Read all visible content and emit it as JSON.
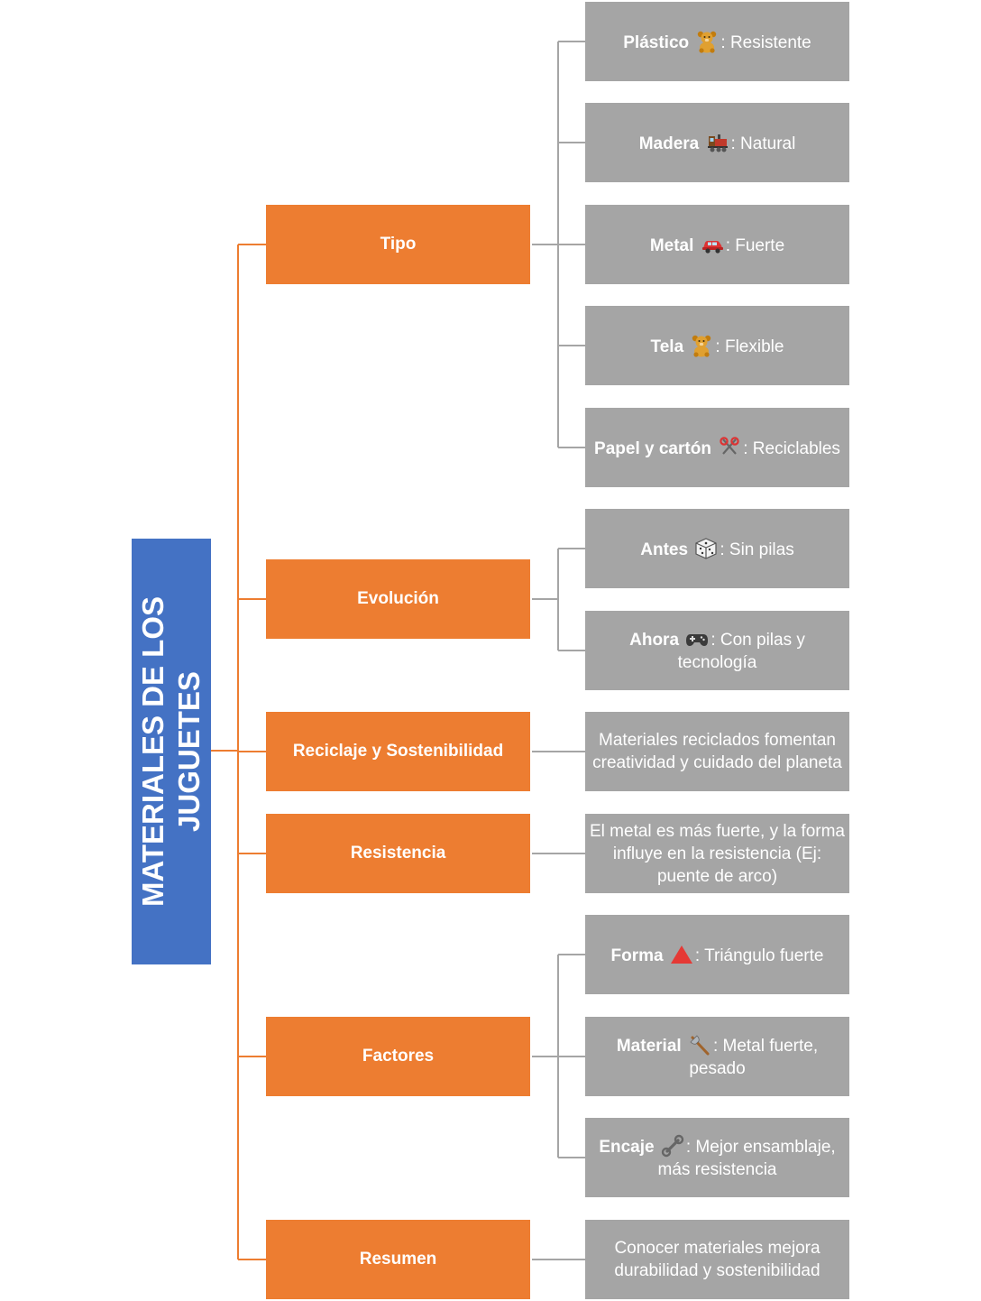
{
  "root": {
    "title": "MATERIALES DE LOS JUGUETES"
  },
  "colors": {
    "root": "#4472c4",
    "branch": "#ed7d31",
    "leaf": "#a5a5a5",
    "branch_line": "#ed7d31",
    "leaf_line": "#a5a5a5"
  },
  "branches": [
    {
      "label": "Tipo",
      "leaves": [
        {
          "bold": "Plástico",
          "icon": "teddy-bear-icon",
          "text": ": Resistente"
        },
        {
          "bold": "Madera",
          "icon": "train-icon",
          "text": ": Natural"
        },
        {
          "bold": "Metal",
          "icon": "car-icon",
          "text": ": Fuerte"
        },
        {
          "bold": "Tela",
          "icon": "teddy-bear-icon",
          "text": ": Flexible"
        },
        {
          "bold": "Papel y cartón",
          "icon": "scissors-icon",
          "text": ": Reciclables"
        }
      ]
    },
    {
      "label": "Evolución",
      "leaves": [
        {
          "bold": "Antes",
          "icon": "dice-icon",
          "text": ": Sin pilas"
        },
        {
          "bold": "Ahora",
          "icon": "gamepad-icon",
          "text": ": Con pilas y tecnología"
        }
      ]
    },
    {
      "label": "Reciclaje y Sostenibilidad",
      "leaves": [
        {
          "bold": "",
          "icon": "",
          "text": "Materiales reciclados fomentan creatividad y cuidado del planeta"
        }
      ]
    },
    {
      "label": "Resistencia",
      "leaves": [
        {
          "bold": "",
          "icon": "",
          "text": "El metal es más fuerte, y la forma influye en la resistencia (Ej: puente de arco)"
        }
      ]
    },
    {
      "label": "Factores",
      "leaves": [
        {
          "bold": "Forma",
          "icon": "triangle-icon",
          "text": ": Triángulo fuerte"
        },
        {
          "bold": "Material",
          "icon": "axe-icon",
          "text": ": Metal fuerte, pesado"
        },
        {
          "bold": "Encaje",
          "icon": "wrench-icon",
          "text": ": Mejor ensamblaje, más resistencia"
        }
      ]
    },
    {
      "label": "Resumen",
      "leaves": [
        {
          "bold": "",
          "icon": "",
          "text": "Conocer materiales mejora durabilidad y sostenibilidad"
        }
      ]
    }
  ]
}
